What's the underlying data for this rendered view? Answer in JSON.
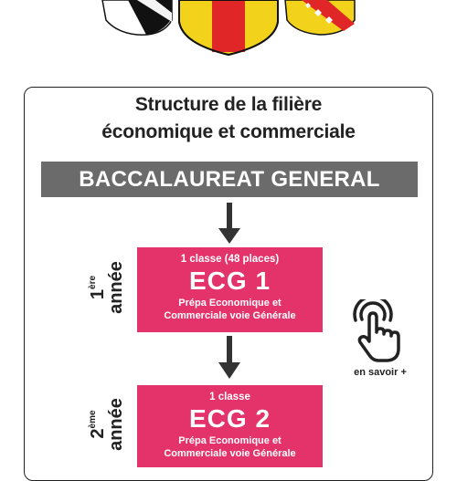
{
  "title": {
    "line1": "Structure de la filière",
    "line2": "économique et commerciale"
  },
  "bac_label": "BACCALAUREAT GENERAL",
  "years": [
    {
      "number": "1",
      "suffix": "ère",
      "word": "année",
      "classes": "1 classe (48 places)",
      "name": "ECG 1",
      "desc_line1": "Prépa Economique et",
      "desc_line2": "Commerciale voie Générale"
    },
    {
      "number": "2",
      "suffix": "ème",
      "word": "année",
      "classes": "1 classe",
      "name": "ECG 2",
      "desc_line1": "Prépa Economique et",
      "desc_line2": "Commerciale voie Générale"
    }
  ],
  "more_info": {
    "label": "en savoir +",
    "icon": "tap-hand-icon"
  },
  "colors": {
    "accent": "#e4336a",
    "bar": "#6b6b6b",
    "text": "#222222"
  }
}
